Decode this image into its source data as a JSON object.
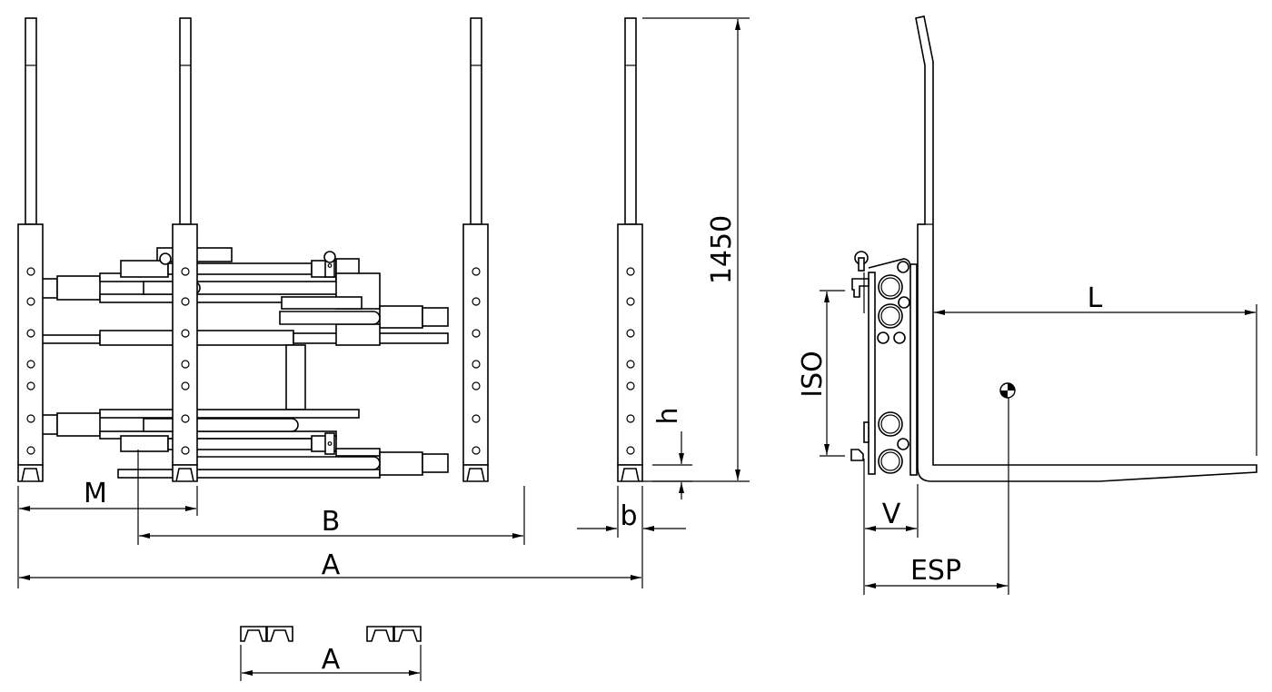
{
  "drawing": {
    "front_view": {
      "height_dimension": "1450",
      "dim_M": "M",
      "dim_B": "B",
      "dim_A": "A",
      "dim_b": "b",
      "dim_h": "h"
    },
    "side_view": {
      "dim_L": "L",
      "dim_ISO": "ISO",
      "dim_V": "V",
      "dim_ESP": "ESP"
    },
    "fork_position_detail": {
      "dim_A": "A"
    },
    "colors": {
      "line": "#000000",
      "background": "#ffffff"
    }
  }
}
